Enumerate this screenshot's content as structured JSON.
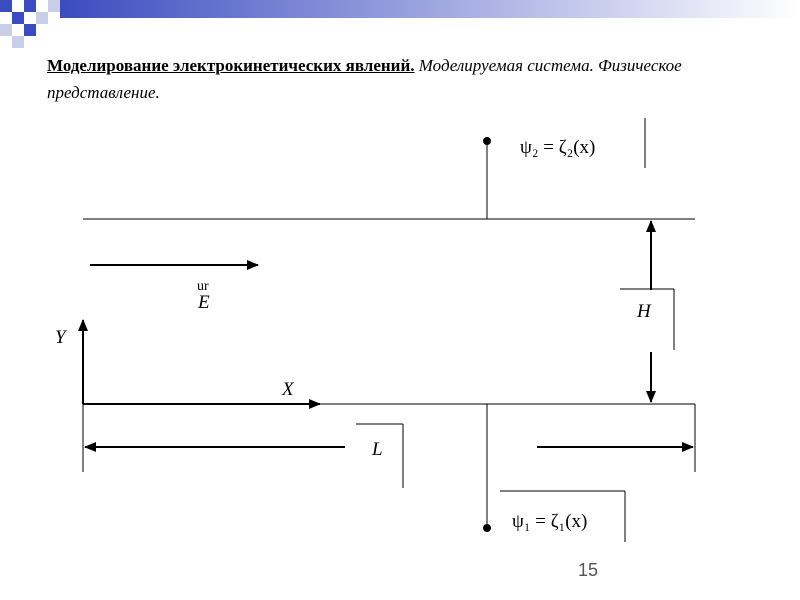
{
  "title": {
    "bold_part": "Моделирование электрокинетических явлений.",
    "italic_part": " Моделируемая система. Физическое представление."
  },
  "diagram": {
    "psi2_label": "ψ₂ = ζ₂(x)",
    "psi1_label": "ψ₁ = ζ₁(x)",
    "e_field_label": "E",
    "e_field_vector_mark": "ur",
    "y_axis_label": "Y",
    "x_axis_label": "X",
    "height_label": "H",
    "length_label": "L"
  },
  "page_number": "15",
  "colors": {
    "deco_blue": "#3b4cc0",
    "deco_light": "#c8cde8",
    "line": "#000000"
  }
}
